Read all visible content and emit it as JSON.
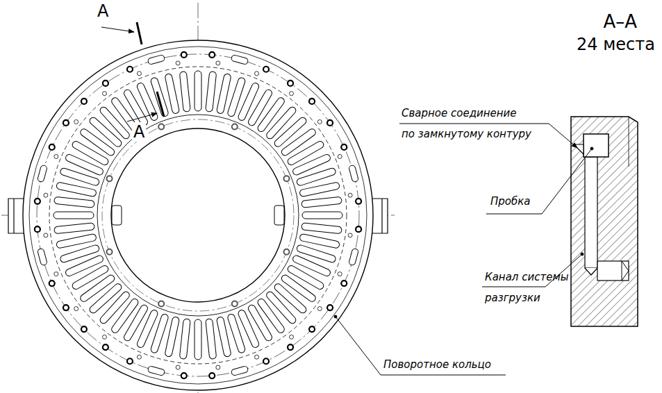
{
  "diagram": {
    "labels": [
      "А",
      "А",
      "А–А",
      "24 места",
      "Сварное соединение по замкнутому контуру",
      "Пробка",
      "Канал системы разгрузки",
      "Поворотное кольцо"
    ]
  }
}
